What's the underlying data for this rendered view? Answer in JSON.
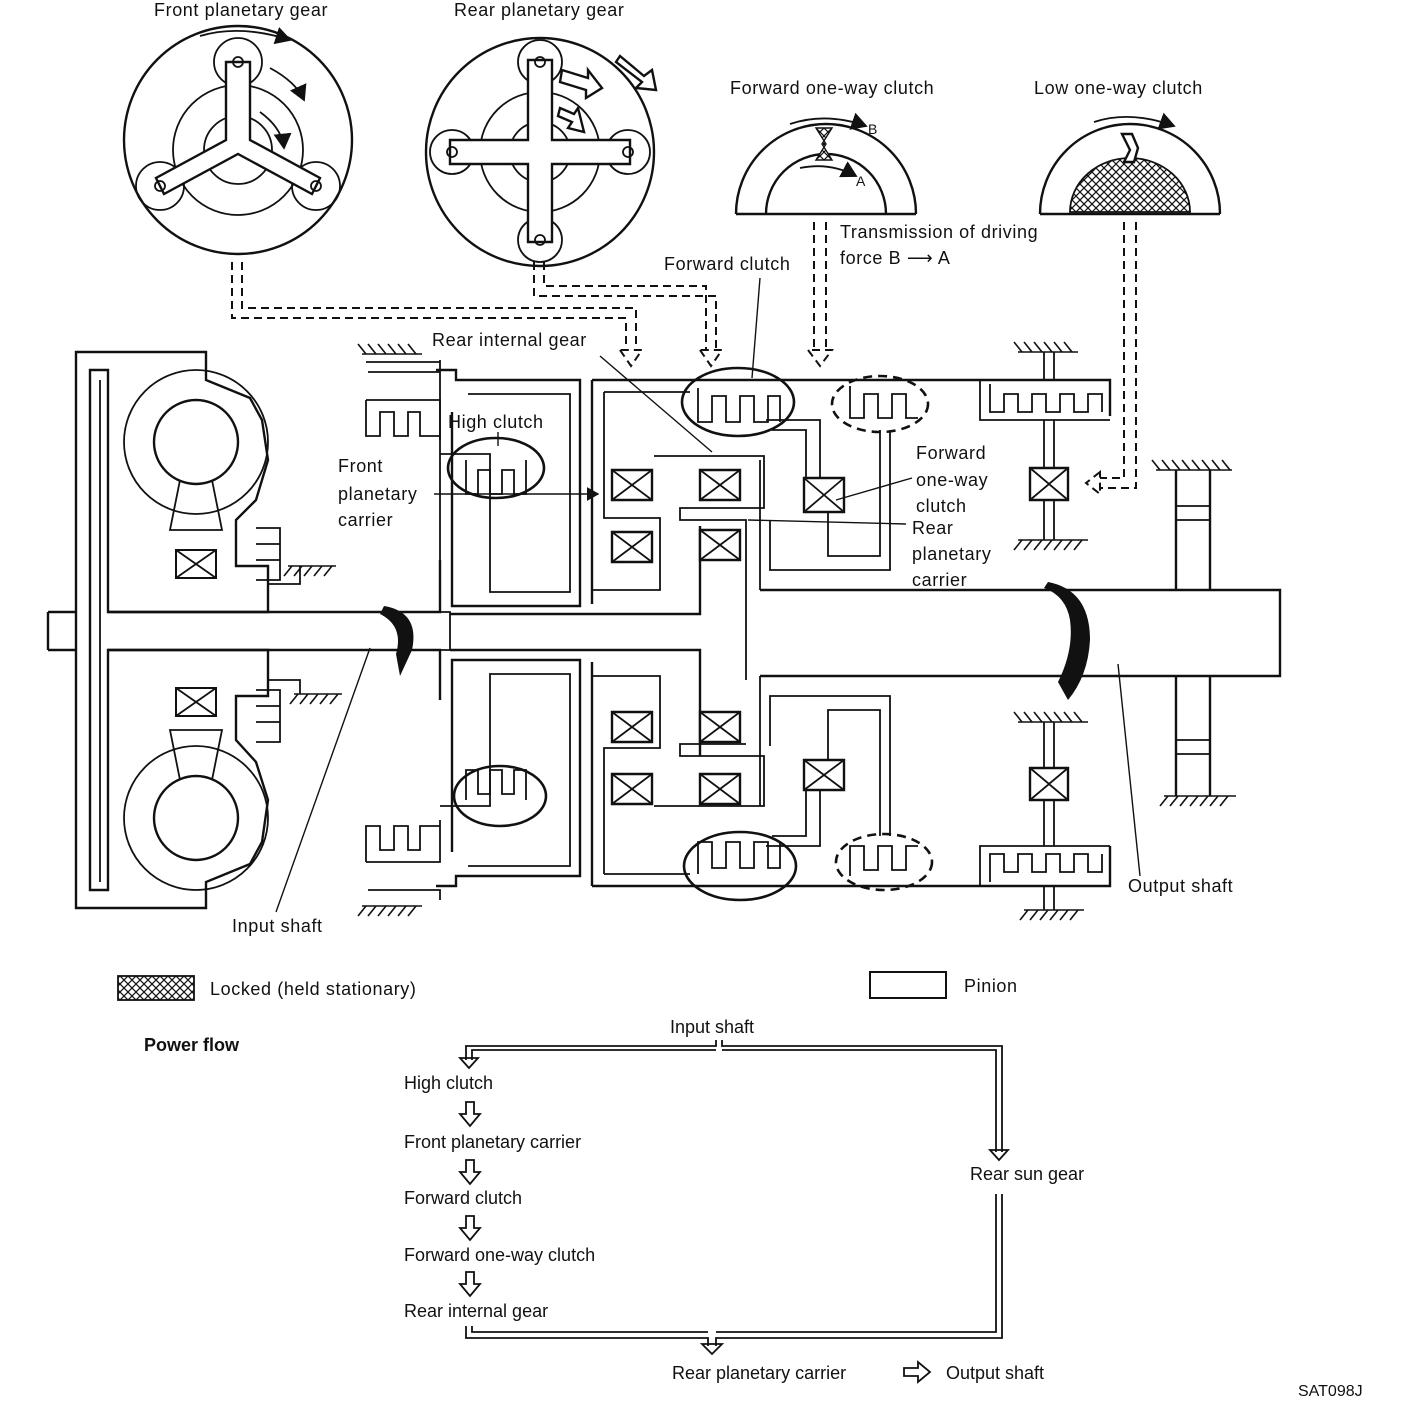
{
  "diagram": {
    "labels": {
      "front_planetary_gear": "Front planetary gear",
      "rear_planetary_gear": "Rear planetary gear",
      "forward_one_way_clutch_top": "Forward one-way clutch",
      "low_one_way_clutch": "Low one-way clutch",
      "point_b": "B",
      "point_a": "A",
      "transmission_line1": "Transmission of driving",
      "transmission_line2": "force B ⟶ A",
      "forward_clutch": "Forward clutch",
      "rear_internal_gear": "Rear internal gear",
      "high_clutch": "High clutch",
      "front_planetary_carrier_1": "Front",
      "front_planetary_carrier_2": "planetary",
      "front_planetary_carrier_3": "carrier",
      "forward_owc_side_1": "Forward",
      "forward_owc_side_2": "one-way",
      "forward_owc_side_3": "clutch",
      "rear_planetary_carrier_1": "Rear",
      "rear_planetary_carrier_2": "planetary",
      "rear_planetary_carrier_3": "carrier",
      "input_shaft": "Input shaft",
      "output_shaft": "Output shaft"
    },
    "legend": {
      "locked": "Locked (held stationary)",
      "pinion": "Pinion"
    },
    "power_flow": {
      "title": "Power flow",
      "input": "Input shaft",
      "left_steps": [
        "High clutch",
        "Front planetary carrier",
        "Forward clutch",
        "Forward one-way clutch",
        "Rear internal gear"
      ],
      "right_step": "Rear sun gear",
      "result": "Rear planetary carrier",
      "output": "Output shaft"
    },
    "figure_code": "SAT098J"
  }
}
